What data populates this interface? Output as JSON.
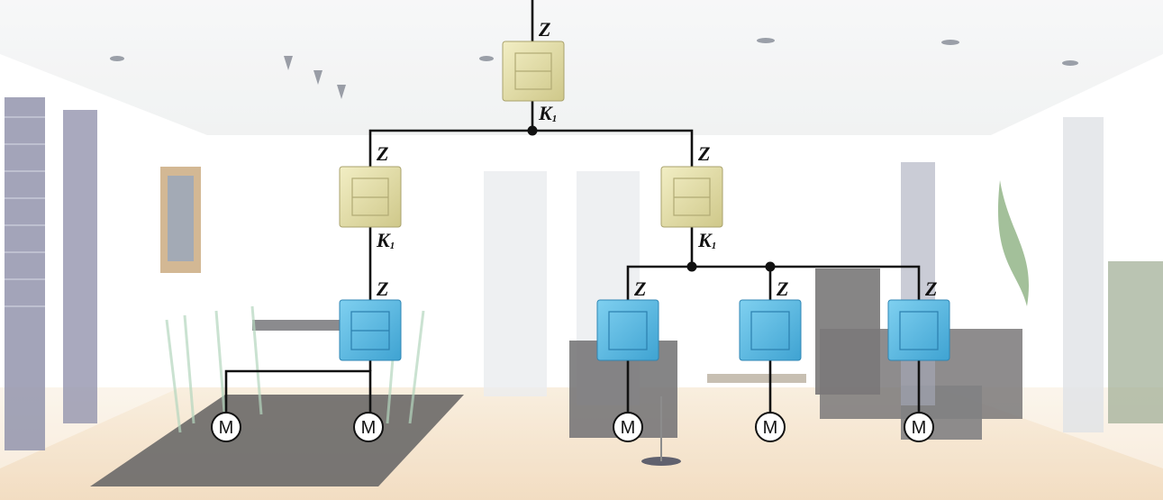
{
  "colors": {
    "central_unit": "#e6e1a8",
    "actuator": "#58b8e2",
    "wire": "#111111",
    "floor": "#f1dcc0",
    "ceiling": "#f3f4f4"
  },
  "labels": {
    "z": "Z",
    "k": "K",
    "k_sub": "1",
    "motor": "M"
  }
}
